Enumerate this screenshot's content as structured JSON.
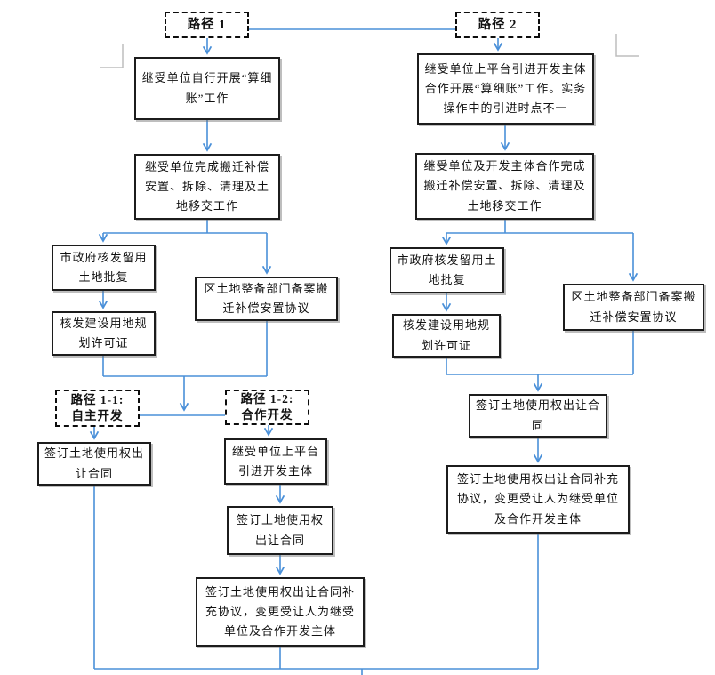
{
  "diagram": {
    "kind": "flowchart",
    "accent_color": "#4a90d9",
    "border_color": "#1c1c1c",
    "corner_mark_color": "#bdbdbd",
    "nodes": {
      "path1_label": "路径 1",
      "path2_label": "路径 2",
      "path11_label": "路径 1-1:\n自主开发",
      "path12_label": "路径 1-2:\n合作开发",
      "left_step1": "继受单位自行开展“算细账”工作",
      "left_step2": "继受单位完成搬迁补偿安置、拆除、清理及土地移交工作",
      "left_approval1": "市政府核发留用土地批复",
      "left_approval2": "核发建设用地规划许可证",
      "left_record": "区土地整备部门备案搬迁补偿安置协议",
      "left_contract": "签订土地使用权出让合同",
      "mid_intro": "继受单位上平台引进开发主体",
      "mid_contract": "签订土地使用权出让合同",
      "mid_supplement": "签订土地使用权出让合同补充协议，变更受让人为继受单位及合作开发主体",
      "right_step1": "继受单位上平台引进开发主体合作开展“算细账”工作。实务操作中的引进时点不一",
      "right_step2": "继受单位及开发主体合作完成搬迁补偿安置、拆除、清理及土地移交工作",
      "right_approval1": "市政府核发留用土地批复",
      "right_approval2": "核发建设用地规划许可证",
      "right_record": "区土地整备部门备案搬迁补偿安置协议",
      "right_contract": "签订土地使用权出让合同",
      "right_supplement": "签订土地使用权出让合同补充协议，变更受让人为继受单位及合作开发主体"
    }
  }
}
